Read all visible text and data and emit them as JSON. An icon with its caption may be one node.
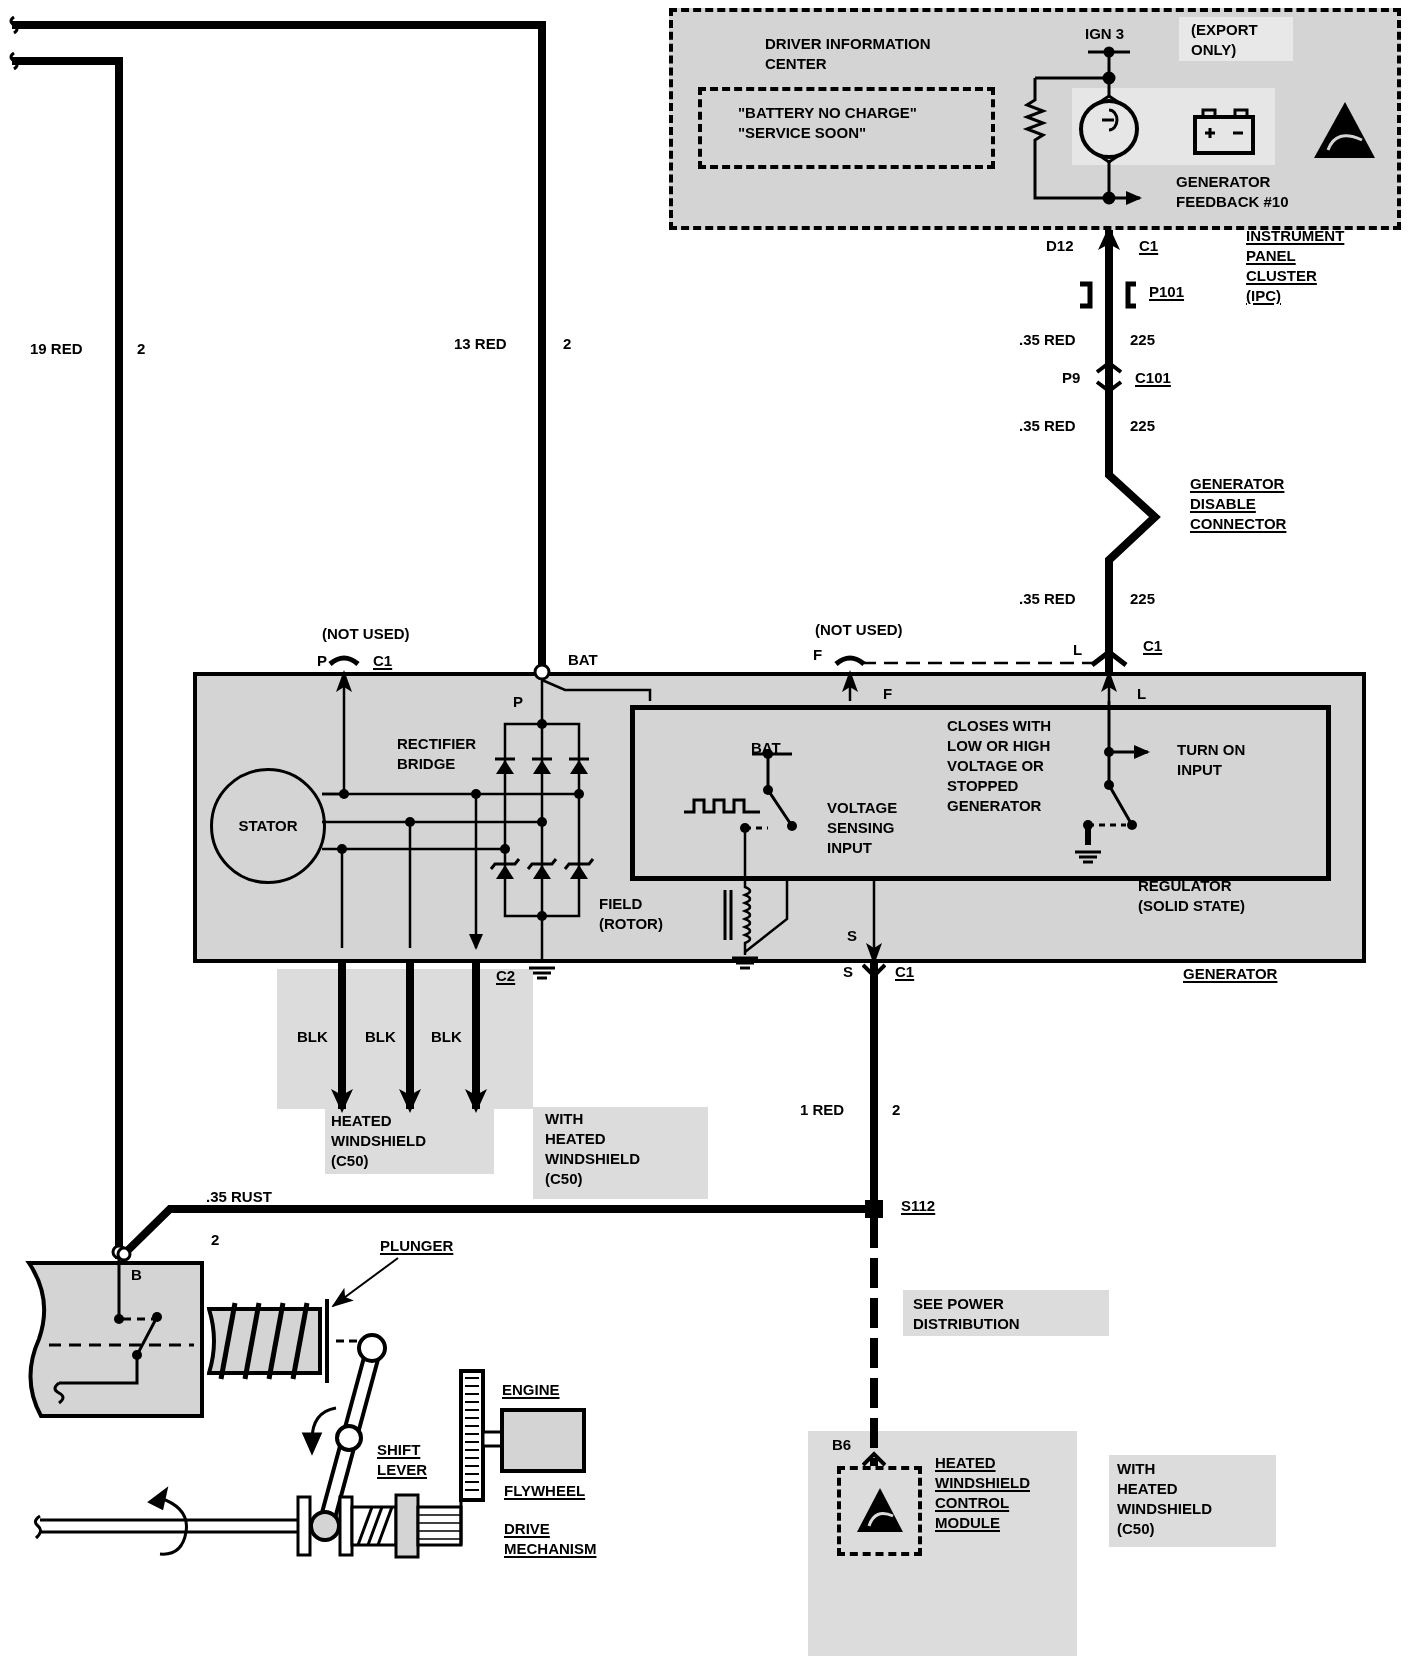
{
  "diagram": {
    "nodes": [
      {
        "text": [
          "DRIVER INFORMATION CENTER",
          "IGN 3",
          "GENERATOR FEEDBACK #10"
        ]
      },
      {
        "text": [
          "\"BATTERY NO CHARGE\" \"SERVICE SOON\""
        ],
        "in": 0
      },
      {
        "text": [
          "(EXPORT ONLY)"
        ],
        "in": 0
      },
      {
        "text": [
          "P",
          "RECTIFIER BRIDGE",
          "F",
          "L",
          "FIELD (ROTOR)",
          "S",
          "GENERATOR"
        ]
      },
      {
        "text": [
          "STATOR"
        ],
        "in": 3
      },
      {
        "text": [
          "BAT",
          "VOLTAGE SENSING INPUT",
          "CLOSES WITH LOW OR HIGH VOLTAGE OR STOPPED GENERATOR",
          "TURN ON INPUT",
          "REGULATOR (SOLID STATE)"
        ],
        "in": 3
      },
      {
        "text": [
          "HEATED WINDSHIELD (C50)"
        ]
      },
      {
        "text": [
          "WITH HEATED WINDSHIELD (C50)"
        ]
      },
      {
        "text": [],
        "shape": "circle",
        "beside": [
          "S112"
        ]
      },
      {
        "text": [
          "SEE POWER DISTRIBUTION"
        ]
      },
      {
        "text": [
          "B6",
          "HEATED WINDSHIELD CONTROL MODULE"
        ]
      },
      {
        "text": [],
        "shape": "box",
        "in": 10
      },
      {
        "text": [
          "WITH HEATED WINDSHIELD (C50)"
        ]
      },
      {
        "text": [
          "B"
        ]
      },
      {
        "text": [
          "PLUNGER"
        ]
      },
      {
        "text": [],
        "shape": "picture"
      }
    ],
    "edges": [
      {
        "from": 3,
        "to": 0,
        "arrow": "to"
      },
      {
        "from": null,
        "to": 3,
        "arrow": "other"
      },
      {
        "from": null,
        "to": 13,
        "arrow": "other"
      },
      {
        "from": 3,
        "to": 6,
        "arrow": "to"
      },
      {
        "from": 3,
        "to": 6,
        "arrow": "to"
      },
      {
        "from": 3,
        "to": 6,
        "arrow": "to"
      },
      {
        "from": 3,
        "to": 8,
        "arrow": "other"
      },
      {
        "from": 8,
        "to": 13,
        "arrow": "other"
      },
      {
        "from": 8,
        "to": 11,
        "arrow": "other",
        "style": "dashed"
      },
      {
        "from": 14,
        "to": 15,
        "arrow": "to"
      },
      {
        "from": 5,
        "to": 3,
        "arrow": "to"
      },
      {
        "from": 5,
        "to": 3,
        "arrow": "to"
      },
      {
        "from": 5,
        "to": 3,
        "arrow": "to"
      },
      {
        "from": 4,
        "to": 3,
        "arrow": "to"
      }
    ],
    "labels": [
      "D12",
      "C1",
      "INSTRUMENT PANEL CLUSTER (IPC)",
      "P101",
      ".35 RED",
      "225",
      "P9",
      "C101",
      ".35 RED",
      "225",
      "GENERATOR DISABLE CONNECTOR",
      ".35 RED",
      "225",
      "(NOT USED)",
      "F",
      "L",
      "C1",
      "19 RED",
      "2",
      "13 RED",
      "2",
      "(NOT USED)",
      "P",
      "C1",
      "BAT",
      "C2",
      "S",
      "C1",
      "1 RED",
      "2",
      ".35 RUST",
      "2",
      "SHIFT LEVER",
      "ENGINE",
      "FLYWHEEL",
      "DRIVE MECHANISM",
      "BLK",
      "BLK",
      "BLK"
    ]
  }
}
